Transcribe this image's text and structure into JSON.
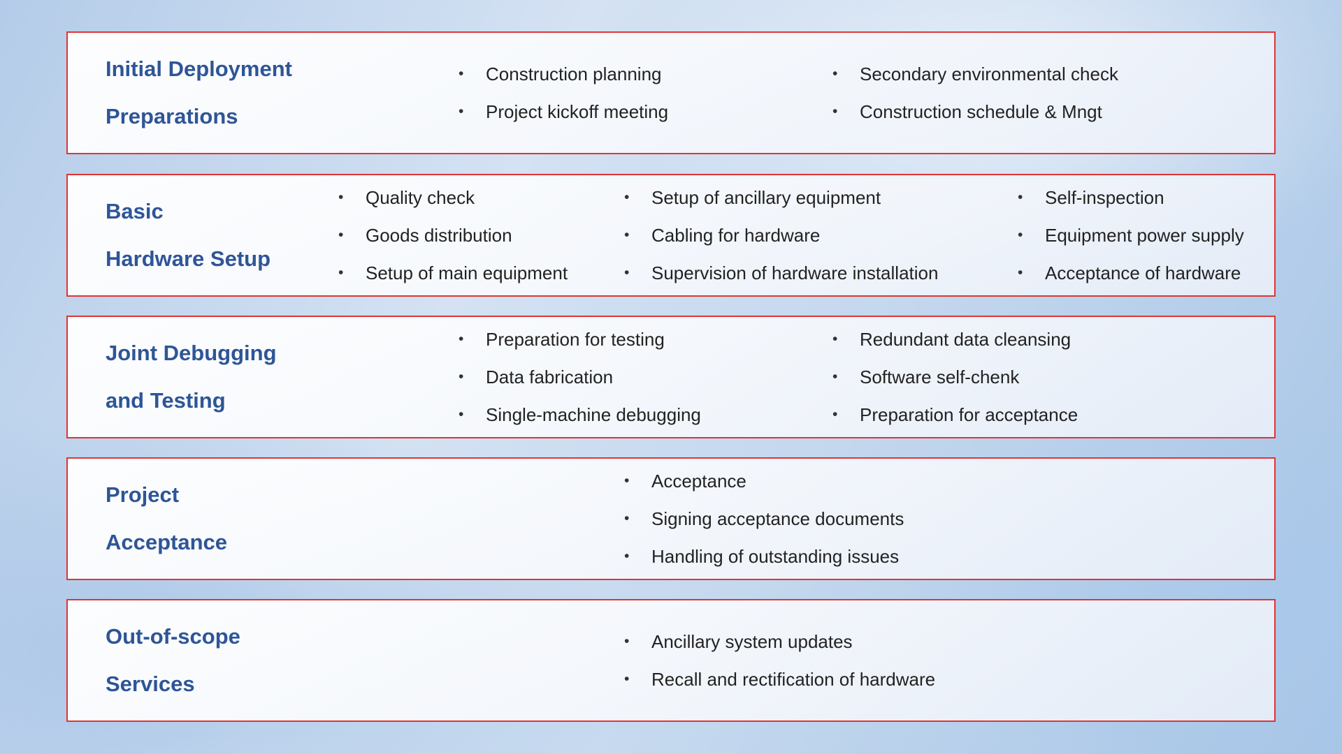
{
  "sections": [
    {
      "title": [
        "Initial Deployment",
        "Preparations"
      ],
      "columns": [
        {
          "items": [
            "Construction planning",
            "Project kickoff meeting"
          ]
        },
        {
          "items": [
            "Secondary environmental check",
            "Construction schedule & Mngt"
          ]
        }
      ]
    },
    {
      "title": [
        "Basic",
        "Hardware Setup"
      ],
      "columns": [
        {
          "items": [
            "Quality check",
            "Goods distribution",
            "Setup of main equipment"
          ]
        },
        {
          "items": [
            "Setup of ancillary equipment",
            "Cabling for hardware",
            "Supervision of hardware installation"
          ]
        },
        {
          "items": [
            "Self-inspection",
            "Equipment power supply",
            "Acceptance of hardware"
          ]
        }
      ]
    },
    {
      "title": [
        "Joint Debugging",
        "and Testing"
      ],
      "columns": [
        {
          "items": [
            "Preparation for testing",
            "Data fabrication",
            "Single-machine debugging"
          ]
        },
        {
          "items": [
            "Redundant data cleansing",
            "Software self-chenk",
            "Preparation for acceptance"
          ]
        }
      ]
    },
    {
      "title": [
        "Project",
        "Acceptance"
      ],
      "columns": [
        {
          "items": [
            "Acceptance",
            "Signing acceptance documents",
            "Handling of outstanding issues"
          ]
        }
      ]
    },
    {
      "title": [
        "Out-of-scope",
        "Services"
      ],
      "columns": [
        {
          "items": [
            "Ancillary system updates",
            "Recall and rectification of hardware"
          ]
        }
      ]
    }
  ],
  "colors": {
    "title_blue": "#2e5597",
    "border_red": "#e13434",
    "text": "#222222"
  }
}
